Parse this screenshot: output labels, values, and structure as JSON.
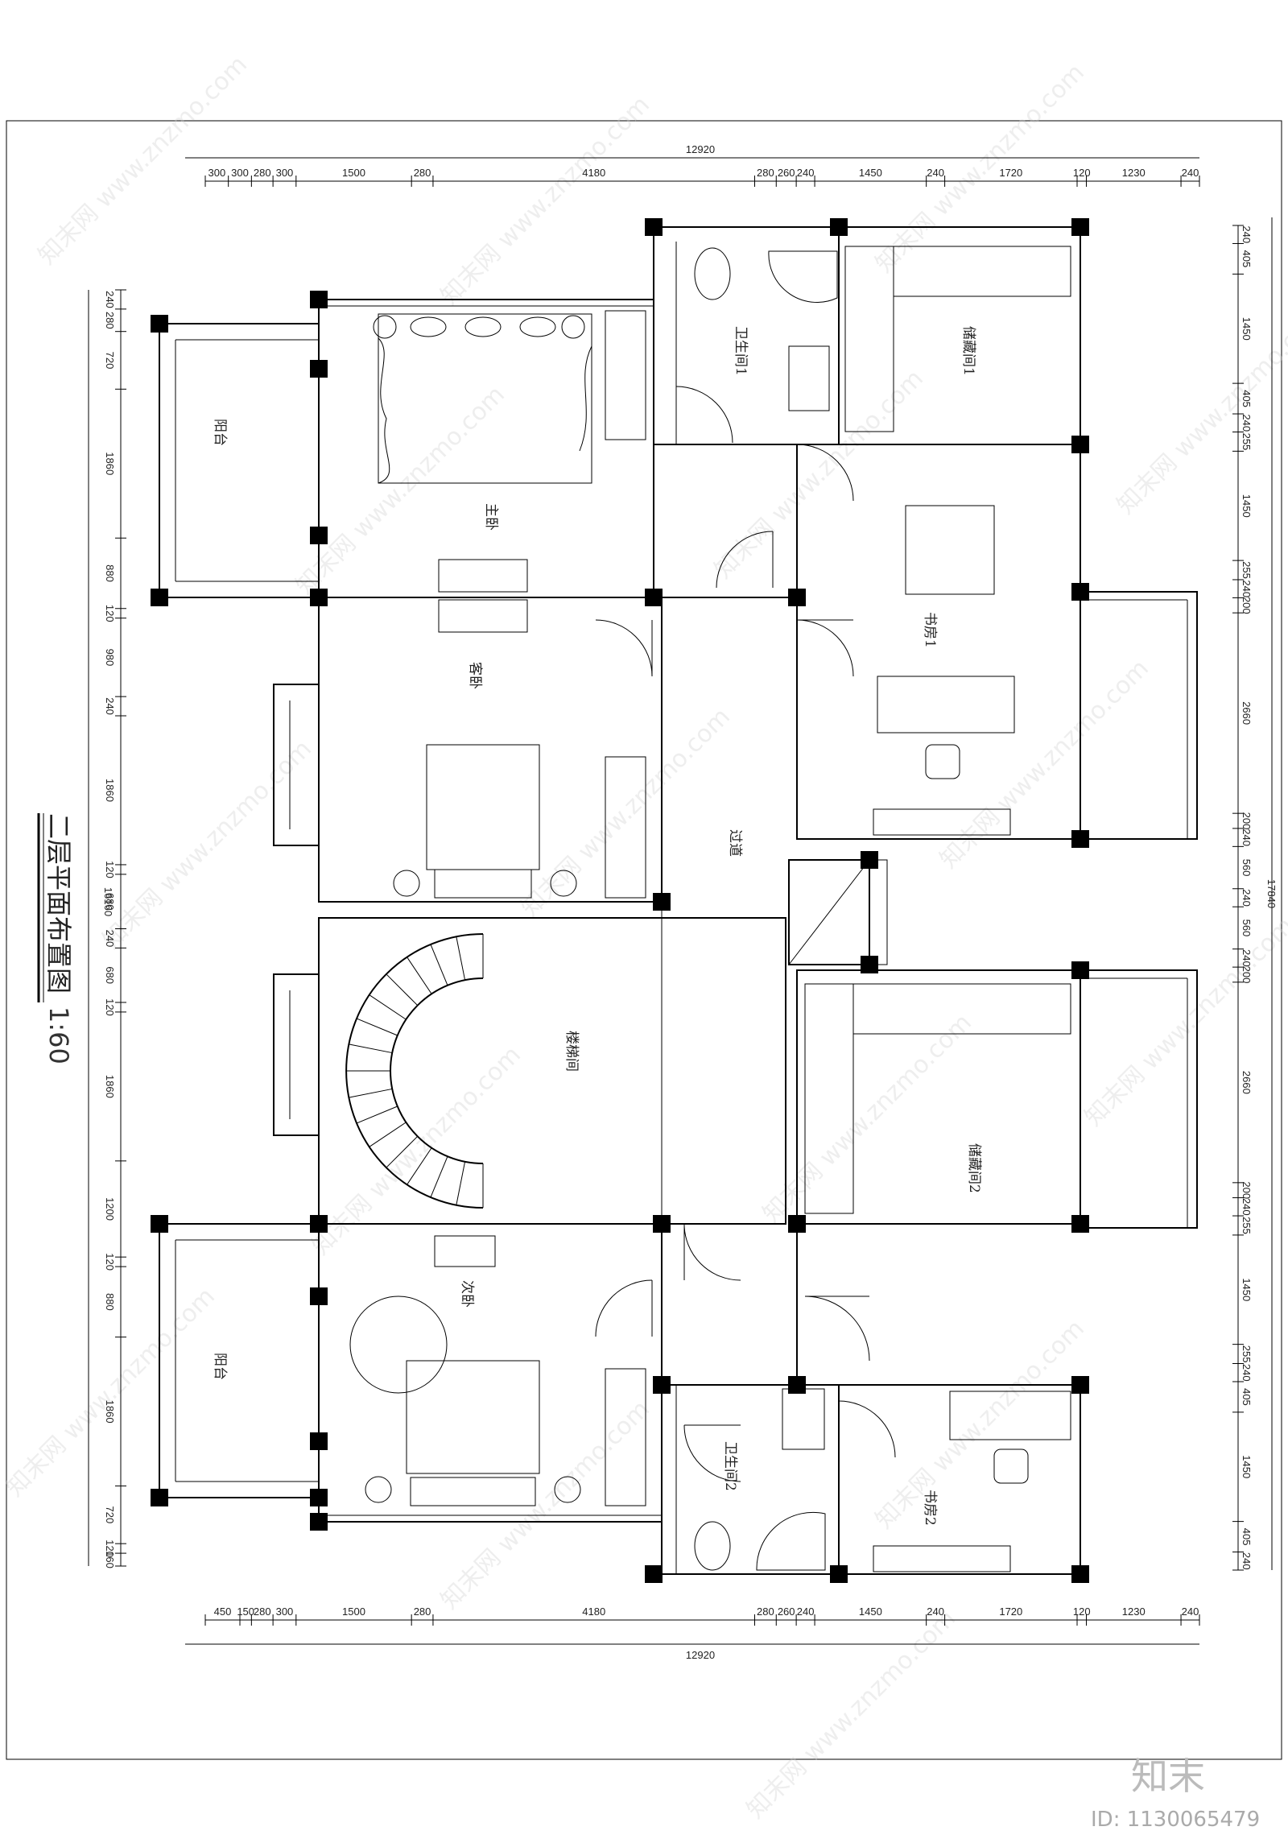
{
  "drawing": {
    "title": "二层平面布置图",
    "scale": "1:60",
    "overall_width": "12920",
    "overall_height_right": "17840",
    "overall_height_left": "16160"
  },
  "rooms": {
    "master_bed": "主卧",
    "guest_bed": "客卧",
    "second_bed": "次卧",
    "balcony_top": "阳台",
    "balcony_bottom": "阳台",
    "bath1": "卫生间1",
    "bath2": "卫生间2",
    "storage1": "储藏间1",
    "storage2": "储藏间2",
    "study1": "书房1",
    "study2": "书房2",
    "corridor": "过道",
    "stairwell": "楼梯间"
  },
  "dims_top": [
    "300",
    "300",
    "280",
    "300",
    "1500",
    "280",
    "4180",
    "280",
    "260",
    "240",
    "1450",
    "240",
    "1720",
    "120",
    "1230",
    "240"
  ],
  "dims_bottom": [
    "450",
    "150",
    "280",
    "300",
    "1500",
    "280",
    "4180",
    "280",
    "260",
    "240",
    "1450",
    "240",
    "1720",
    "120",
    "1230",
    "240"
  ],
  "dims_left": [
    "240",
    "280",
    "720",
    "1860",
    "880",
    "120",
    "980",
    "240",
    "1860",
    "120",
    "680",
    "240",
    "680",
    "120",
    "1860",
    "1200",
    "120",
    "880",
    "1860",
    "720",
    "120",
    "160"
  ],
  "dims_right": [
    "240",
    "405",
    "1450",
    "405",
    "240",
    "255",
    "1450",
    "255",
    "240",
    "200",
    "2660",
    "200",
    "240",
    "560",
    "240",
    "560",
    "240",
    "200",
    "2660",
    "200",
    "240",
    "255",
    "1450",
    "255",
    "240",
    "405",
    "1450",
    "405",
    "240"
  ],
  "watermark": "知末网 www.znzmo.com",
  "brand": "知末",
  "id_label": "ID: 1130065479"
}
